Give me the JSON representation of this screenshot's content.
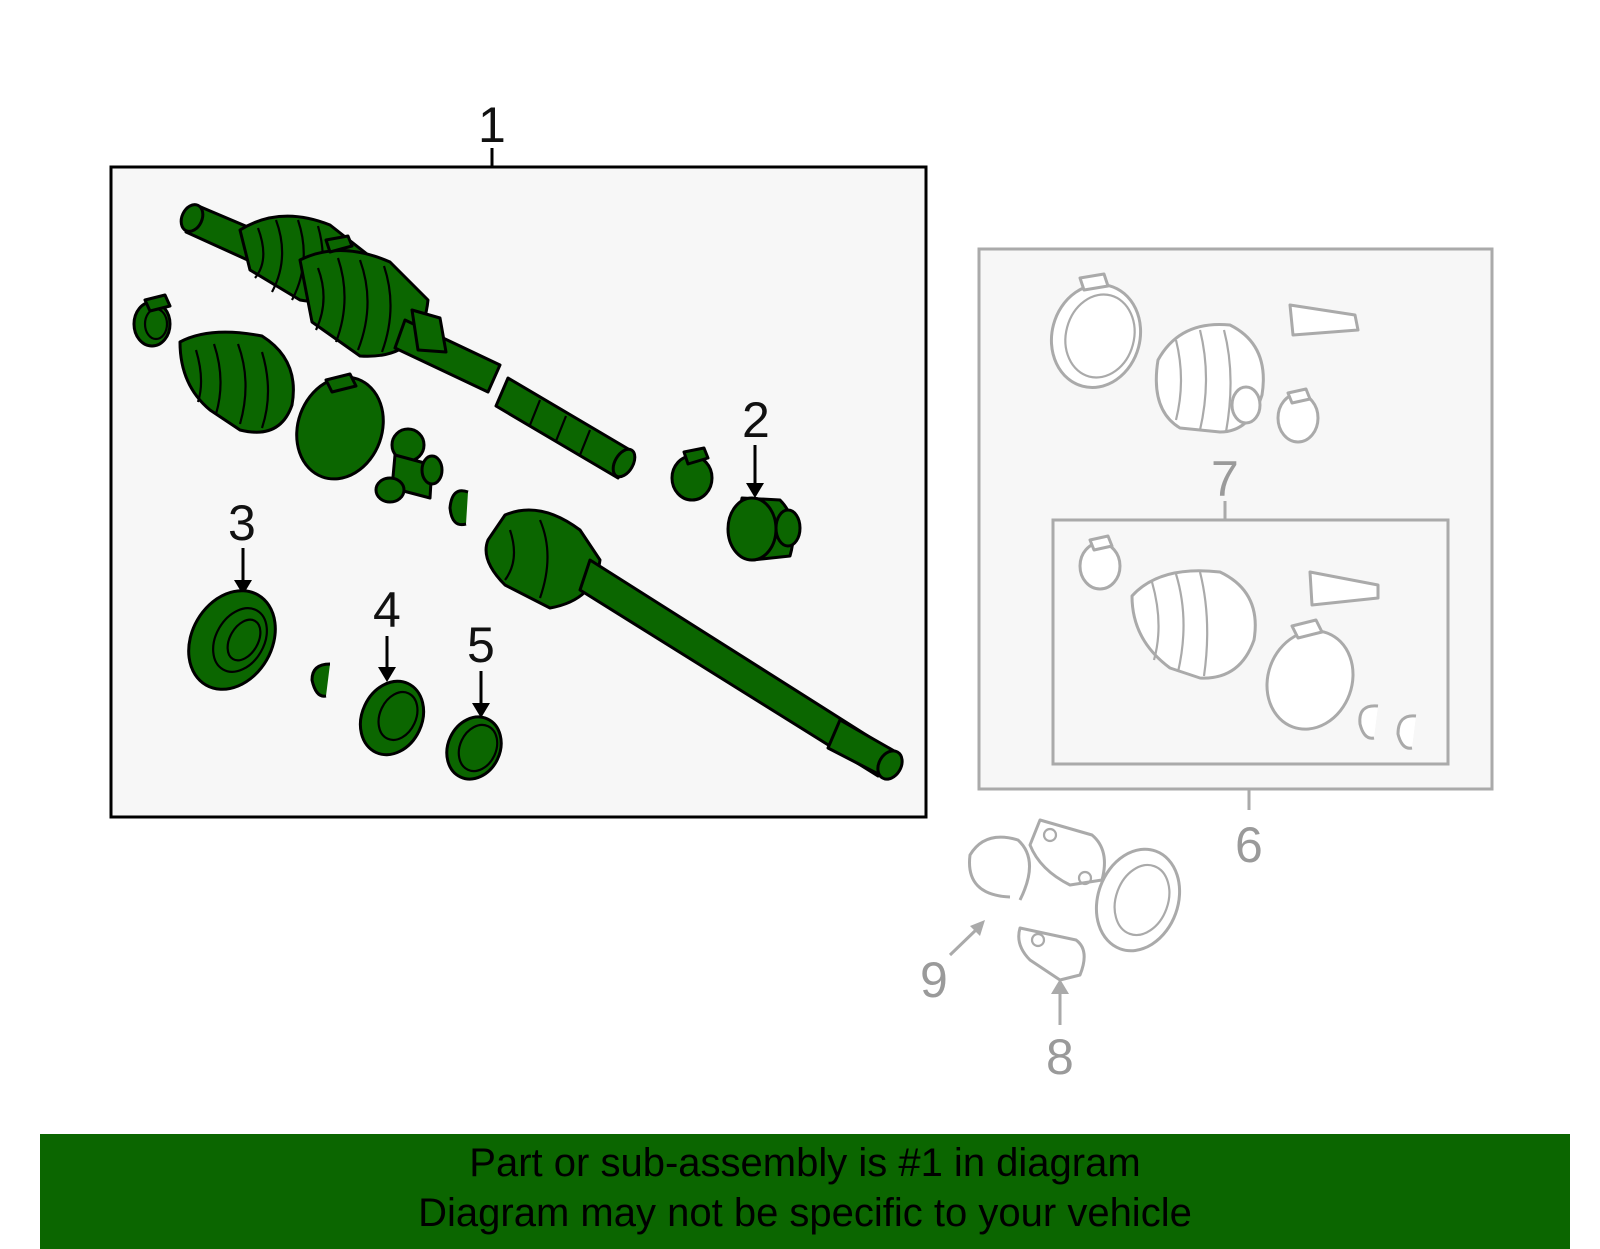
{
  "callouts": {
    "c1": "1",
    "c2": "2",
    "c3": "3",
    "c4": "4",
    "c5": "5",
    "c6": "6",
    "c7": "7",
    "c8": "8",
    "c9": "9"
  },
  "banner": {
    "line1": "Part or sub-assembly is #1 in diagram",
    "line2": "Diagram may not be specific to your vehicle"
  },
  "colors": {
    "highlight_green": "#0b6600",
    "outline_grey": "#aaaaaa",
    "box_fill": "#f7f7f7"
  }
}
